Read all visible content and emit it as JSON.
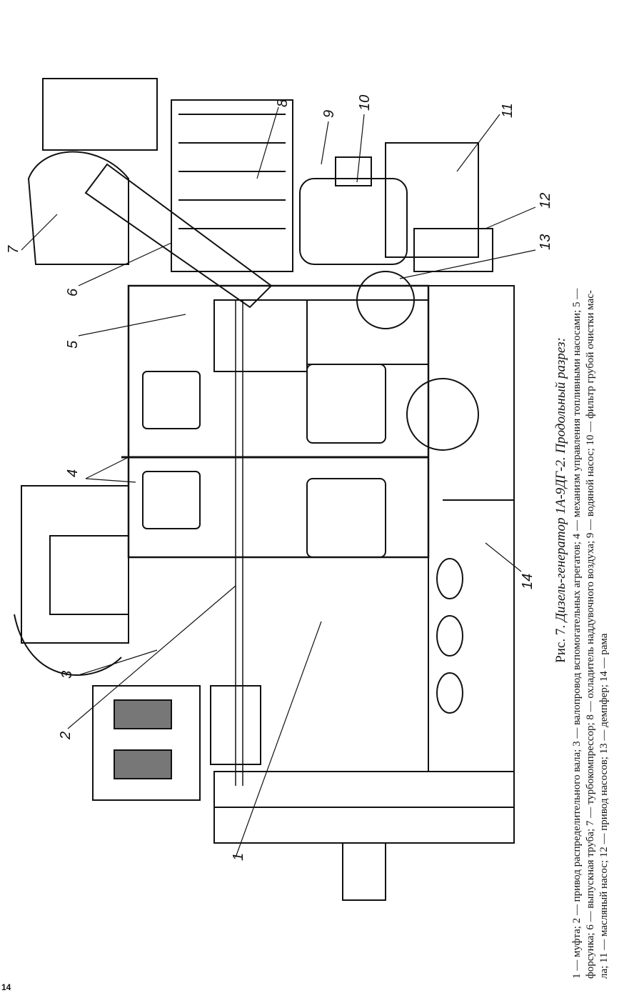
{
  "figure": {
    "number": "Рис. 7.",
    "title": "Дизель-генератор 1А-9ДГ-2. Продольный разрез:",
    "legend_line1": "1 — муфта; 2 — привод распределительного вала; 3 — валопровод вспомогательных агрегатов; 4 — механизм управления топливными насосами; 5 —",
    "legend_line2": "форсунка; 6 — выпускная труба; 7 — турбокомпрессор; 8 — охладитель наддувочного воздуха; 9 — водяной насос; 10 — фильтр грубой очистки мас-",
    "legend_line3": "ла; 11 — масляный насос; 12 — привод насосов; 13 — демпфер; 14 — рама"
  },
  "callouts": [
    "1",
    "2",
    "3",
    "4",
    "5",
    "6",
    "7",
    "8",
    "9",
    "10",
    "11",
    "12",
    "13",
    "14"
  ],
  "page_number": "14"
}
